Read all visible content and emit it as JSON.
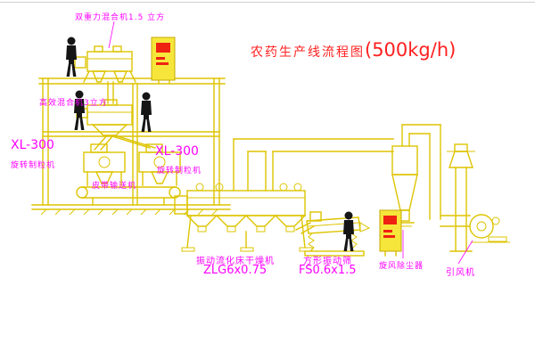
{
  "title": {
    "text": "农药生产线流程图",
    "capacity": "(500kg/h)"
  },
  "labels": {
    "top_mixer": "双重力混合机1.5 立方",
    "mixer2": "高效混合机3立方",
    "granulator1_model": "XL-300",
    "granulator1_name": "旋转制粒机",
    "granulator2_model": "XL-300",
    "granulator2_name": "旋转制粒机",
    "belt": "皮带输送机",
    "dryer_name": "振动流化床干燥机",
    "dryer_model": "ZLG6x0.75",
    "screen_name": "方形振动筛",
    "screen_model": "FS0.6x1.5",
    "dust": "旋风除尘器",
    "fan": "引风机"
  },
  "colors": {
    "line": "#ddc400",
    "magenta": "#ff00ff",
    "red": "#ff2020",
    "panel": "#f6e63c"
  }
}
